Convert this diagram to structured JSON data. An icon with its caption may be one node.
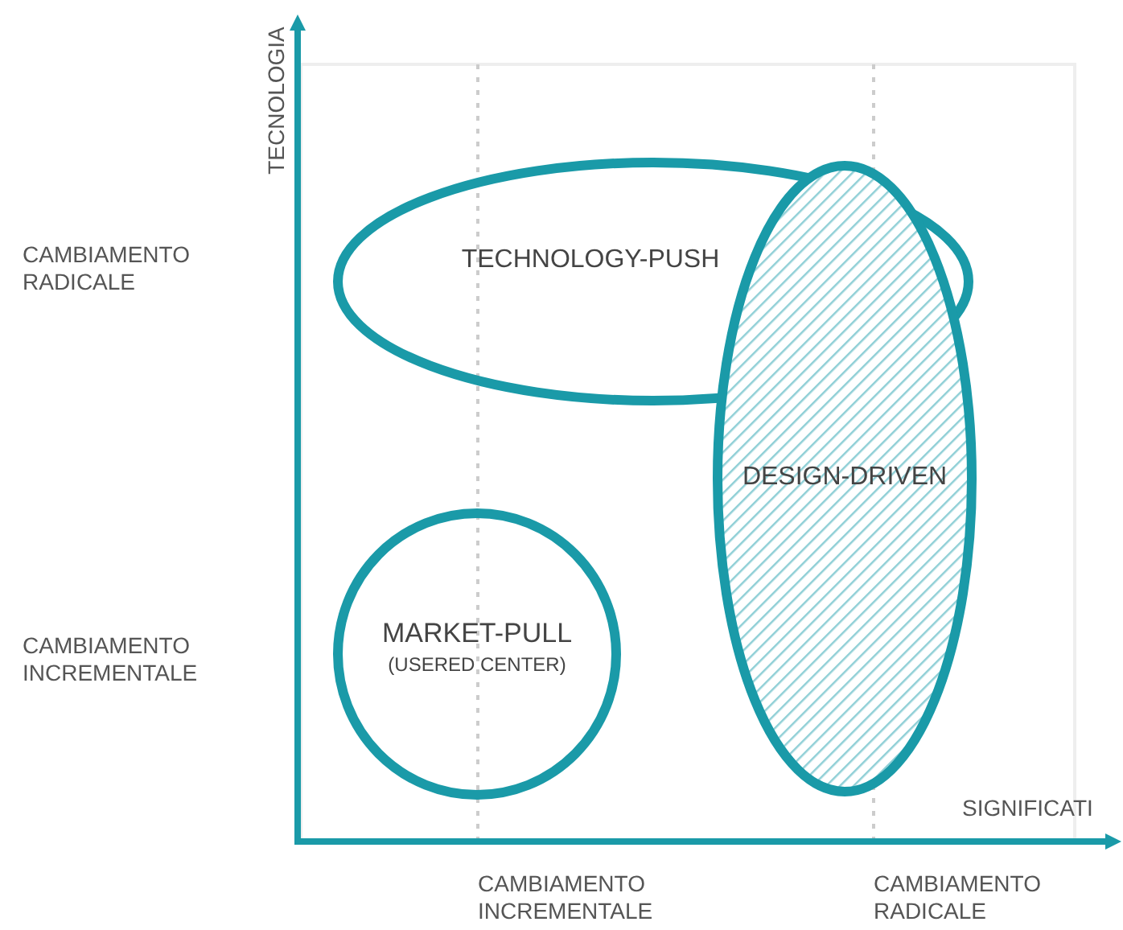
{
  "diagram": {
    "nodes": [
      {
        "text": [
          "TECHNOLOGY-PUSH"
        ]
      },
      {
        "text": [
          "DESIGN-DRIVEN"
        ]
      },
      {
        "text": [
          "MARKET-PULL",
          "(USERED CENTER)"
        ]
      }
    ],
    "edges": [],
    "labels": [
      "TECNOLOGIA",
      "CAMBIAMENTO RADICALE",
      "CAMBIAMENTO INCREMENTALE",
      "SIGNIFICATI",
      "CAMBIAMENTO INCREMENTALE",
      "CAMBIAMENTO RADICALE"
    ]
  }
}
